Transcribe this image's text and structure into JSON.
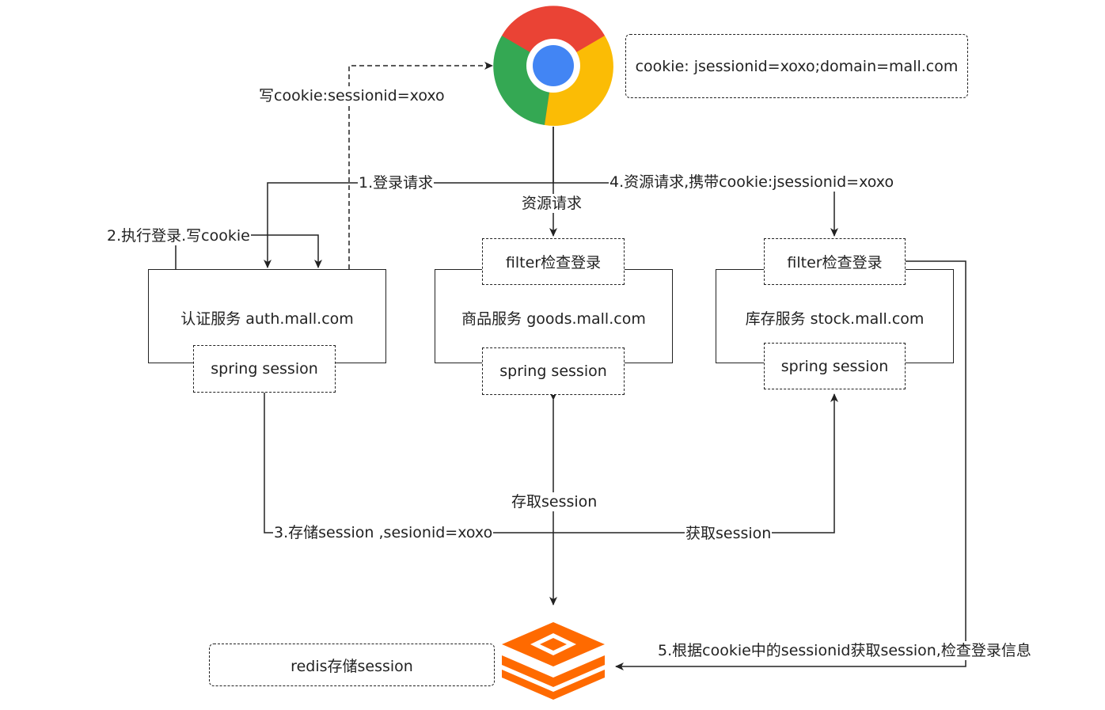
{
  "browser_note": "cookie: jsessionid=xoxo;domain=mall.com",
  "edges": {
    "write_cookie": "写cookie:sessionid=xoxo",
    "login_request": "1.登录请求",
    "resource_request_mid": "资源请求",
    "resource_request_cookie": "4.资源请求,携带cookie:jsessionid=xoxo",
    "exec_login": "2.执行登录.写cookie",
    "store_session": "3.存储session ,sesionid=xoxo",
    "access_session": "存取session",
    "get_session": "获取session",
    "check_session": "5.根据cookie中的sessionid获取session,检查登录信息"
  },
  "services": {
    "auth": {
      "name": "认证服务 auth.mall.com",
      "session": "spring session"
    },
    "goods": {
      "name": "商品服务 goods.mall.com",
      "filter": "filter检查登录",
      "session": "spring session"
    },
    "stock": {
      "name": "库存服务 stock.mall.com",
      "filter": "filter检查登录",
      "session": "spring session"
    }
  },
  "redis_note": "redis存储session",
  "colors": {
    "chrome_red": "#EA4335",
    "chrome_green": "#34A853",
    "chrome_yellow": "#FBBC05",
    "chrome_blue": "#4285F4",
    "redis_orange": "#FF6A00"
  },
  "icons": {
    "browser": "chrome-icon",
    "store": "redis-icon"
  }
}
